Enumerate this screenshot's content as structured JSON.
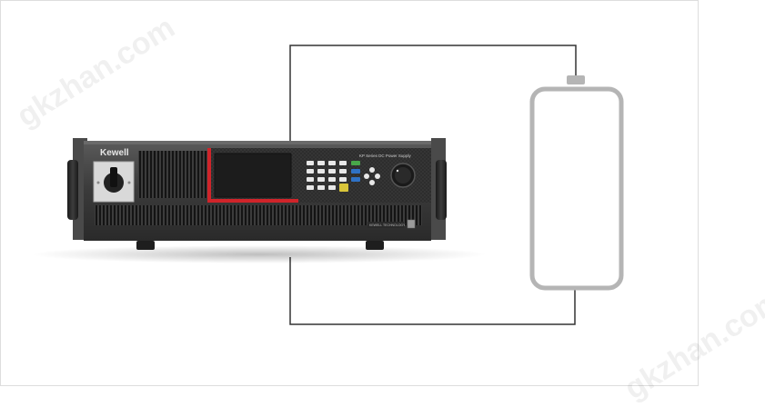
{
  "device": {
    "brand": "Kewell",
    "model_label": "KP Series DC Power Supply",
    "serial_label": "KEWELL TECHNOLOGY",
    "accent_color": "#d0242a",
    "screen_color": "#1c1c1c",
    "key_green": "#48a84a",
    "key_blue": "#2f72c6",
    "key_yellow": "#d9c53a"
  },
  "load": {
    "icon": "battery-icon",
    "color": "#b5b5b5"
  },
  "wiring": {
    "color": "#333333"
  },
  "watermarks": [
    "gkzhan.com",
    "gkzhan.com"
  ]
}
